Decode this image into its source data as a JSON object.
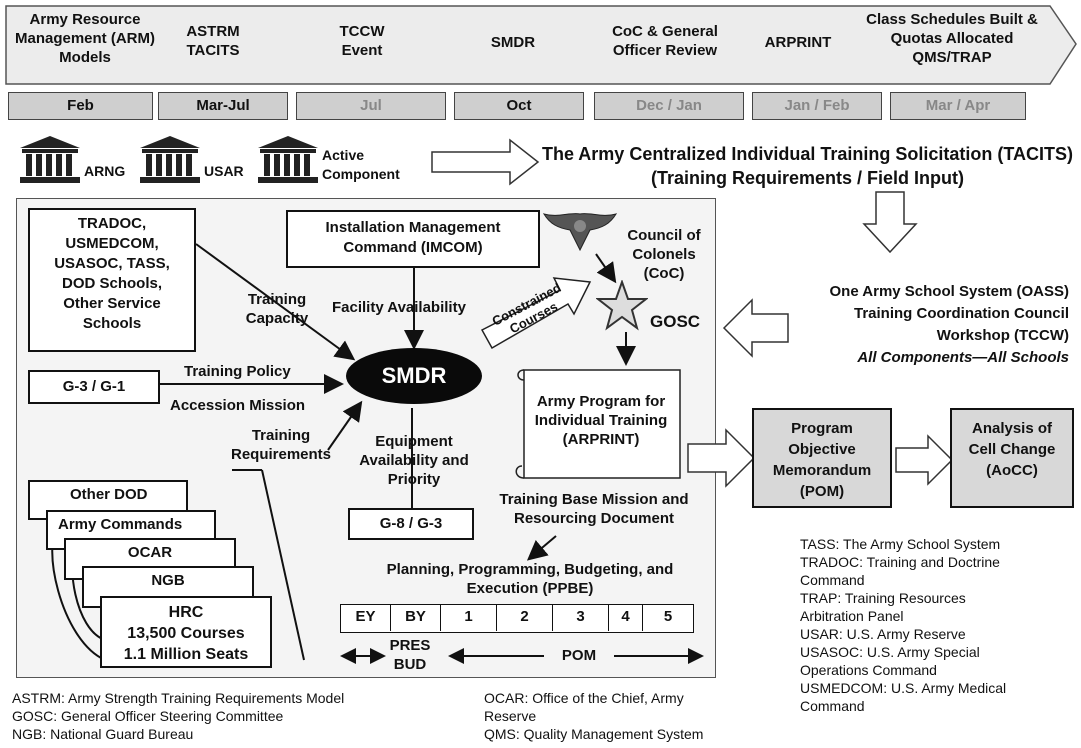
{
  "steps": [
    "Army Resource Management (ARM) Models",
    "ASTRM TACITS",
    "TCCW Event",
    "SMDR",
    "CoC & General Officer Review",
    "ARPRINT",
    "Class Schedules Built & Quotas Allocated QMS/TRAP"
  ],
  "months": [
    "Feb",
    "Mar-Jul",
    "Jul",
    "Oct",
    "Dec / Jan",
    "Jan / Feb",
    "Mar / Apr"
  ],
  "components": {
    "arng": "ARNG",
    "usar": "USAR",
    "active": "Active Component"
  },
  "tacits": "The Army Centralized Individual Training Solicitation (TACITS) (Training Requirements / Field Input)",
  "schools": "TRADOC, USMEDCOM, USASOC, TASS, DOD Schools, Other Service Schools",
  "imcom": "Installation Management Command (IMCOM)",
  "coc": "Council of Colonels (CoC)",
  "gosc": "GOSC",
  "constrained": "Constrained Courses",
  "oass": {
    "line1": "One Army School System (OASS)",
    "line2": "Training Coordination Council",
    "line3": "Workshop (TCCW)",
    "line4": "All Components—All Schools"
  },
  "training_capacity": "Training Capacity",
  "facility": "Facility Availability",
  "smdr": "SMDR",
  "g3g1": "G-3 / G-1",
  "training_policy": "Training Policy",
  "accession": "Accession Mission",
  "training_requirements": "Training Requirements",
  "equipment": "Equipment Availability and Priority",
  "arprint_box": "Army Program for Individual Training (ARPRINT)",
  "pom": "Program Objective Memorandum (POM)",
  "aocc": "Analysis of Cell Change (AoCC)",
  "g8g3": "G-8 / G-3",
  "training_base": "Training Base Mission and Resourcing Document",
  "ppbe": "Planning, Programming, Budgeting, and Execution (PPBE)",
  "ppbe_cells": [
    "EY",
    "BY",
    "1",
    "2",
    "3",
    "4",
    "5"
  ],
  "pres_bud": "PRES BUD",
  "pom_short": "POM",
  "stack": [
    "Other DOD",
    "Army Commands",
    "OCAR",
    "NGB"
  ],
  "hrc": {
    "title": "HRC",
    "courses": "13,500 Courses",
    "seats": "1.1 Million Seats"
  },
  "legend_left": [
    "ASTRM:  Army Strength Training Requirements Model",
    "GOSC:  General Officer Steering Committee",
    "NGB:  National Guard Bureau"
  ],
  "legend_mid": [
    "OCAR:  Office of the Chief, Army",
    "Reserve",
    "QMS:  Quality Management System"
  ],
  "legend_right": [
    "TASS:  The Army School System",
    "TRADOC:  Training and Doctrine",
    "Command",
    "TRAP:  Training Resources",
    "Arbitration Panel",
    "USAR:  U.S. Army Reserve",
    "USASOC:  U.S. Army Special",
    "Operations Command",
    "USMEDCOM:  U.S. Army Medical",
    "Command"
  ]
}
